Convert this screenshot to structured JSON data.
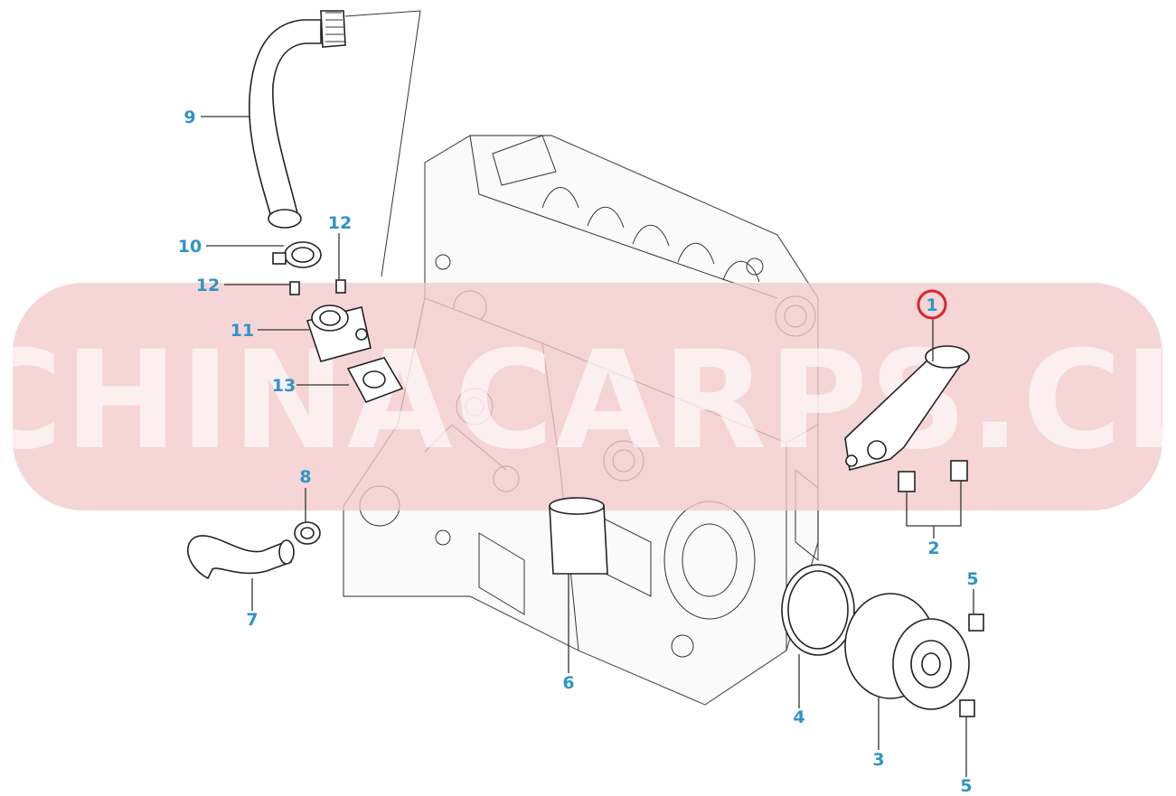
{
  "diagram": {
    "watermark": {
      "text": "CHINACARPS.CL",
      "band_color": "#f2c9c9"
    },
    "highlight_color": "#d9262c",
    "callout_color": "#2f93c8",
    "highlighted_part": "1",
    "callouts": [
      {
        "id": "c9",
        "label": "9"
      },
      {
        "id": "c10",
        "label": "10"
      },
      {
        "id": "c12a",
        "label": "12"
      },
      {
        "id": "c12b",
        "label": "12"
      },
      {
        "id": "c11",
        "label": "11"
      },
      {
        "id": "c13",
        "label": "13"
      },
      {
        "id": "c8",
        "label": "8"
      },
      {
        "id": "c7",
        "label": "7"
      },
      {
        "id": "c6",
        "label": "6"
      },
      {
        "id": "c1",
        "label": "1"
      },
      {
        "id": "c2",
        "label": "2"
      },
      {
        "id": "c5a",
        "label": "5"
      },
      {
        "id": "c5b",
        "label": "5"
      },
      {
        "id": "c4",
        "label": "4"
      },
      {
        "id": "c3",
        "label": "3"
      }
    ]
  }
}
